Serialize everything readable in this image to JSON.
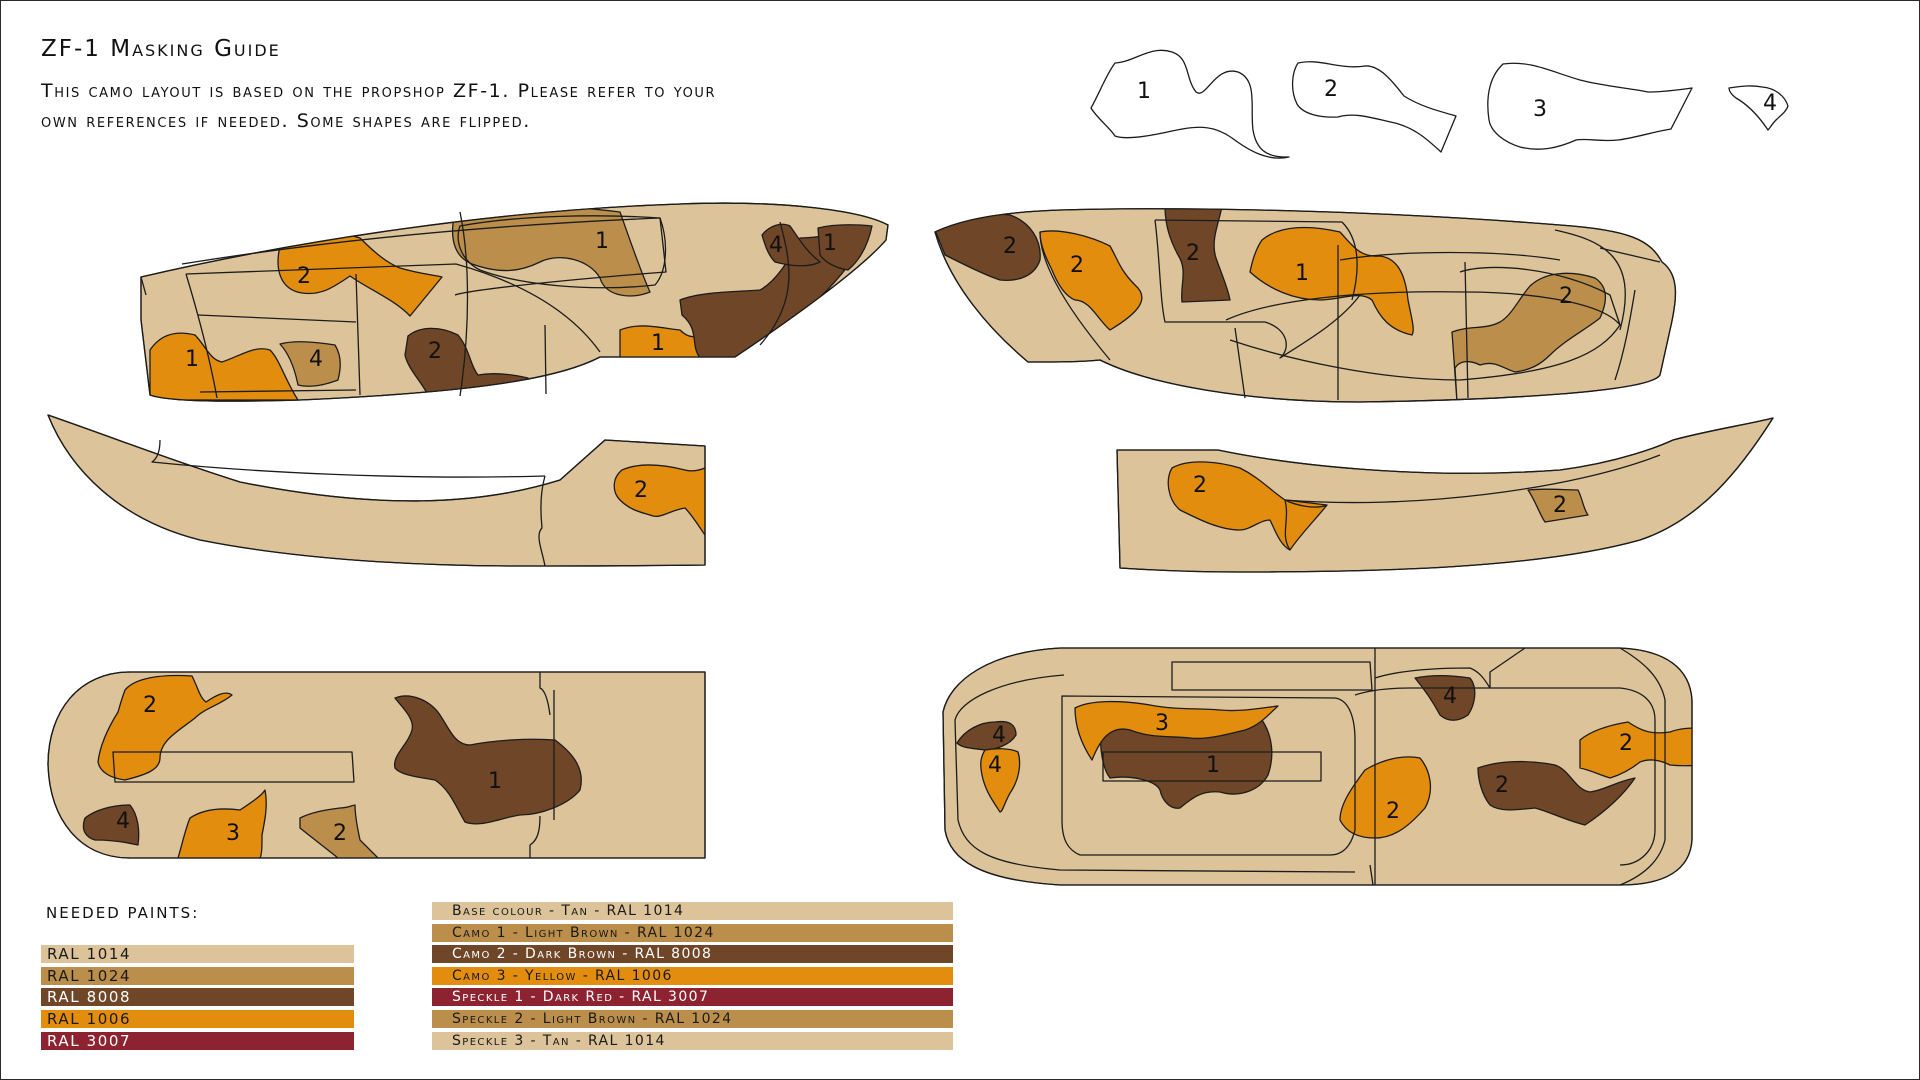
{
  "title": "ZF-1 Masking Guide",
  "subtitle_line1": "This camo layout is based on the propshop ZF-1. Please refer to your",
  "subtitle_line2": "own references if needed. Some shapes are flipped.",
  "colors": {
    "tan": "#dcc39a",
    "light_brown": "#bb8f4b",
    "dark_brown": "#6f4627",
    "yellow": "#e38d0e",
    "dark_red": "#8d2330",
    "outline": "#1c1c1c"
  },
  "stencil_shapes": [
    {
      "label": "1"
    },
    {
      "label": "2"
    },
    {
      "label": "3"
    },
    {
      "label": "4"
    }
  ],
  "needed_paints": {
    "heading": "needed paints:",
    "items": [
      {
        "label": "RAL 1014",
        "color": "#dcc39a",
        "text_color": "#1a1a1a"
      },
      {
        "label": "RAL 1024",
        "color": "#bb8f4b",
        "text_color": "#1a1a1a"
      },
      {
        "label": "RAL 8008",
        "color": "#6f4627",
        "text_color": "#ffffff"
      },
      {
        "label": "RAL 1006",
        "color": "#e38d0e",
        "text_color": "#1a1a1a"
      },
      {
        "label": "RAL 3007",
        "color": "#8d2330",
        "text_color": "#ffffff"
      }
    ]
  },
  "legend": [
    {
      "label": "Base colour - Tan - RAL 1014",
      "color": "#dcc39a",
      "text_color": "#1a1a1a"
    },
    {
      "label": "Camo 1 - Light Brown - RAL 1024",
      "color": "#bb8f4b",
      "text_color": "#1a1a1a"
    },
    {
      "label": "Camo 2 - Dark Brown - RAL 8008",
      "color": "#6f4627",
      "text_color": "#ffffff"
    },
    {
      "label": "Camo 3 - Yellow - RAL 1006",
      "color": "#e38d0e",
      "text_color": "#1a1a1a"
    },
    {
      "label": "Speckle 1 - Dark Red - RAL 3007",
      "color": "#8d2330",
      "text_color": "#ffffff"
    },
    {
      "label": "Speckle 2 - Light Brown - RAL 1024",
      "color": "#bb8f4b",
      "text_color": "#1a1a1a"
    },
    {
      "label": "Speckle 3 - Tan - RAL 1014",
      "color": "#dcc39a",
      "text_color": "#1a1a1a"
    }
  ],
  "camo_numbers": {
    "one": "1",
    "two": "2",
    "three": "3",
    "four": "4"
  }
}
